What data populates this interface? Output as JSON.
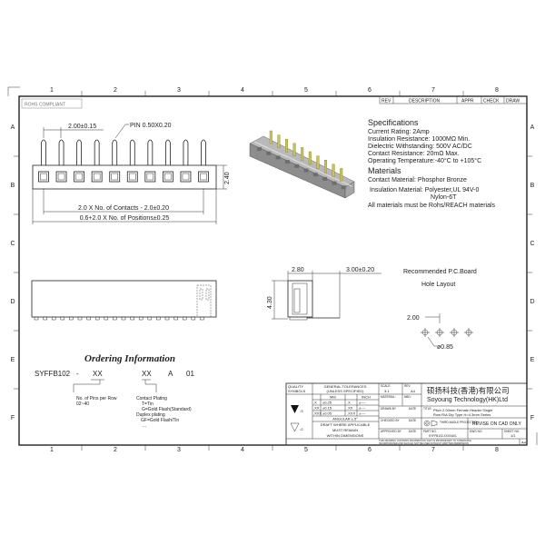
{
  "zones": {
    "columns": [
      "1",
      "2",
      "3",
      "4",
      "5",
      "6",
      "7",
      "8"
    ],
    "rows": [
      "A",
      "B",
      "C",
      "D",
      "E",
      "F"
    ]
  },
  "revision_table": {
    "rev": "REV",
    "description": "DESCRIPTION",
    "appr": "APPR",
    "check": "CHECK",
    "draw": "DRAW"
  },
  "rohs": "ROHS COMPLIANT",
  "front_view": {
    "pitch": "2.00±0.15",
    "pin": "PIN  0.50X0.20",
    "height": "2.40",
    "contacts_dim": "2.0 X No. of Contacts  -  2.0±0.20",
    "positions_dim": "0.6+2.0 X No. of Positions±0.25",
    "pin_count": 10
  },
  "side_view": {
    "width": "2.80",
    "tail": "3.00±0.20",
    "height": "4.30"
  },
  "pcb_layout": {
    "title1": "Recommended  P.C.Board",
    "title2": "Hole  Layout",
    "pitch": "2.00",
    "hole": "ø0.85"
  },
  "specifications": {
    "heading": "Specifications",
    "lines": [
      "Current Rating:   2Amp",
      "Insulation Resistance:   1000MΩ Min.",
      "Dielectric Withstanding:   500V AC/DC",
      "Contact Resistance:   20mΩ Max.",
      "Operating Temperature:-40°C  to  +105°C"
    ],
    "materials_heading": "Materials",
    "materials": [
      "Contact Material:  Phosphor  Bronze",
      "Insulation Material:  Polyester,UL  94V-0",
      "Nylon-6T",
      "All  materials  must  be  Rohs/REACH  materials"
    ]
  },
  "ordering": {
    "title": "Ordering Information",
    "code": [
      "SYFFB102",
      "-",
      "XX",
      "XX",
      "A",
      "01"
    ],
    "pins_label": "No.  of  Pins  per  Row",
    "pins_range": "02~40",
    "plating": [
      "Contact  Plating",
      "T=Tin",
      "G=Gold  Flash(Standard)",
      "Duplex  plating",
      "GF=Gold  Flash/Tin",
      "..."
    ]
  },
  "title_block": {
    "quality": "QUALITY",
    "symbols": "SYMBOLS",
    "gen_tol": "GENERAL  TOLERANCES",
    "unless": "(UNLESS  SPECIFIED)",
    "mm": "MM",
    "inch": "INCH",
    "tol_rows": [
      {
        "a": ".X",
        "b": "±0.25",
        "c": ".X",
        "d": "±----"
      },
      {
        "a": ".XX",
        "b": "±0.15",
        "c": ".XX",
        "d": "±----"
      },
      {
        "a": ".XXX",
        "b": "±0.05",
        "c": ".XXX",
        "d": "±----"
      }
    ],
    "angular": "ANGULAR  ±.5°",
    "draft1": "DRAFT  WHERE  APPLICABLE",
    "draft2": "MUST  REMAIN",
    "draft3": "WITHIN  DIMENSIONS",
    "sym1": "√3",
    "sym2": "√2",
    "scale_label": "SCALE:",
    "scale": "3:1",
    "rev_label": "REV:",
    "rev": "A4",
    "material": "MATERIAL:",
    "nbd": "NBD:",
    "drawn_by": "DRAWN  BY",
    "checked_by": "CHECKED  BY",
    "approved_by": "APPROVED  BY",
    "date": "DATE",
    "company_cn": "硕扬科技(香港)有限公司",
    "company_en": "Soyoung  Technology(HK)Ltd",
    "title_label": "TITLE:",
    "title1": "Pitch  2.00mm  Female  Header  Single",
    "title2": "Row  R/A  Dip  Type  H=4.3mm  Series",
    "projection": "THIRD  ANGLE  PROJECTION",
    "revise": "REVISE  ON  CAD  ONLY",
    "part_no_label": "PART  NO.",
    "part_no": "SYFFB102-XXXXA01",
    "dwg_no": "DWG  NO.",
    "sheet_label": "SHEET  NO.",
    "sheet": "1/1",
    "notice1": "THIS  DRAWING  CONTAINS  INFORMATION  THAT  IS  PROPRIETARY  TO  SYREDAPCH",
    "notice2": "INCORPORATED  AND  SHOULD  NOT  BE  USED  WITHOUT  WRITTEN  PERMISSION",
    "size": "A4"
  },
  "colors": {
    "body": "#b9b9b9",
    "body_dark": "#8d8d8d",
    "pin": "#c9c25a"
  }
}
